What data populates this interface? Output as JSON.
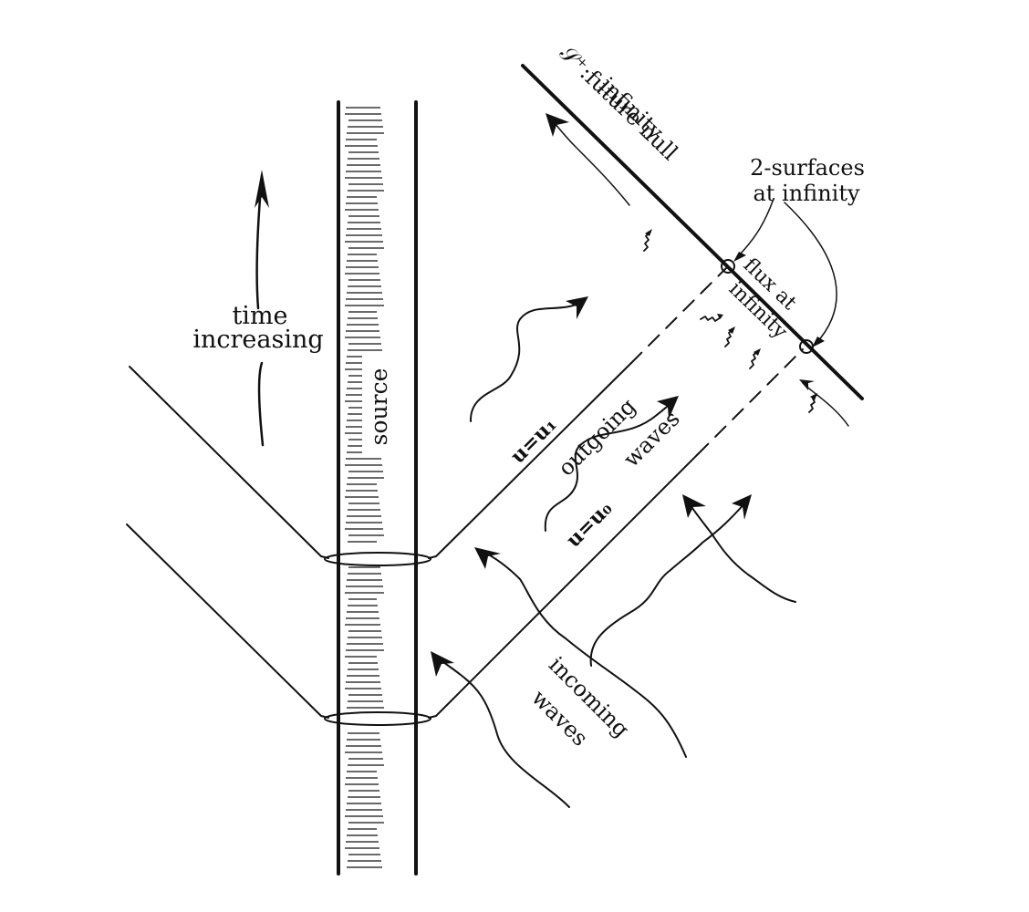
{
  "labels": {
    "scri_symbol": "𝒮⁺:",
    "future_null_line1": "future null",
    "future_null_line2": "infinity",
    "two_surfaces_line1": "2-surfaces",
    "two_surfaces_line2": "at infinity",
    "time_line1": "time",
    "time_line2": "increasing",
    "source": "source",
    "flux_line1": "flux at",
    "flux_line2": "infinity",
    "u1": "u=u₁",
    "u0": "u=u₀",
    "outgoing_line1": "outgoing",
    "outgoing_line2": "waves",
    "incoming_line1": "incoming",
    "incoming_line2": "waves"
  },
  "colors": {
    "ink": "#111111",
    "background": "#ffffff"
  }
}
